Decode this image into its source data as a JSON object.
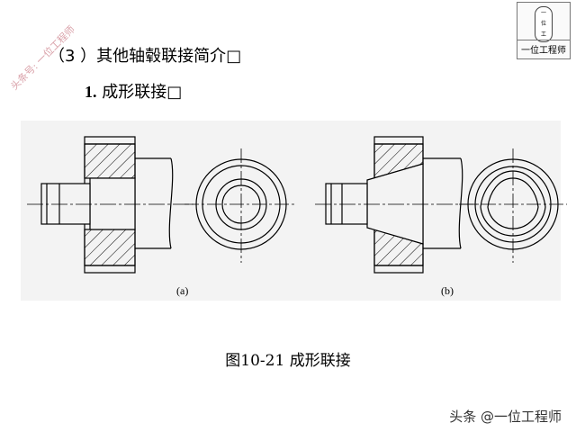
{
  "watermark": {
    "left_text": "头条号: 一位工程师",
    "logo_text": "一位工程师",
    "logo_seal": [
      "一",
      "位",
      "工"
    ],
    "footer_text": "头条 @一位工程师"
  },
  "slide": {
    "heading1": "（3 ）其他轴毂联接简介",
    "heading2_num": "1.",
    "heading2_text": "成形联接",
    "box_glyph": "□"
  },
  "figure": {
    "label_a": "(a)",
    "label_b": "(b)",
    "caption": "图10-21 成形联接",
    "line_color": "#000000",
    "hatch_color": "#000000",
    "panel_color": "#f3f3f3"
  }
}
